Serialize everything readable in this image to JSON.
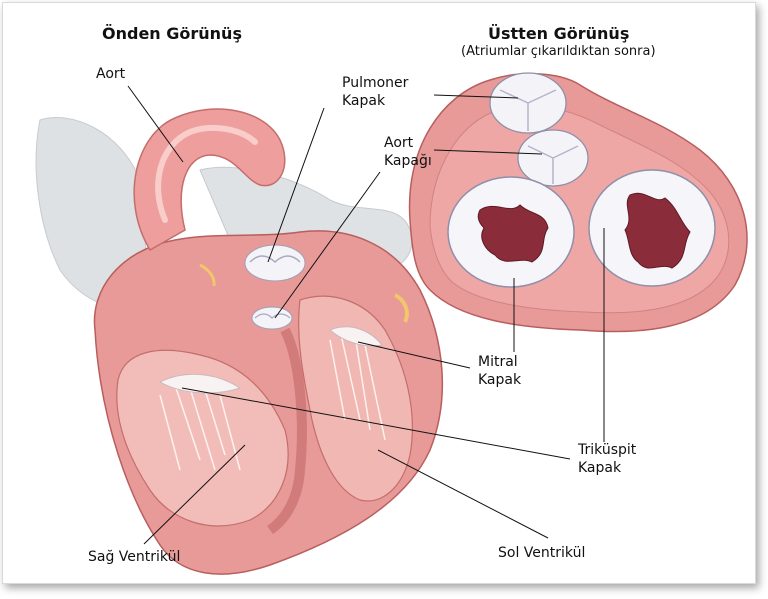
{
  "titles": {
    "front_view": "Önden Görünüş",
    "top_view": "Üstten Görünüş",
    "top_view_note": "(Atriumlar çıkarıldıktan sonra)"
  },
  "labels": {
    "aorta": "Aort",
    "pulmonary_valve_1": "Pulmoner",
    "pulmonary_valve_2": "Kapak",
    "aortic_valve_1": "Aort",
    "aortic_valve_2": "Kapağı",
    "mitral_valve_1": "Mitral",
    "mitral_valve_2": "Kapak",
    "tricuspid_valve_1": "Triküspit",
    "tricuspid_valve_2": "Kapak",
    "right_ventricle": "Sağ Ventrikül",
    "left_ventricle": "Sol Ventrikül"
  },
  "colors": {
    "myocardium": "#e58f8f",
    "myocardium_dark": "#c96a6a",
    "chamber": "#f3c4c0",
    "vessel_gray": "#d8dcde",
    "valve_white": "#f4f4f8",
    "valve_shadow": "#b9b9cf",
    "leaflet_dark": "#8a2c3a",
    "line": "#111111"
  }
}
